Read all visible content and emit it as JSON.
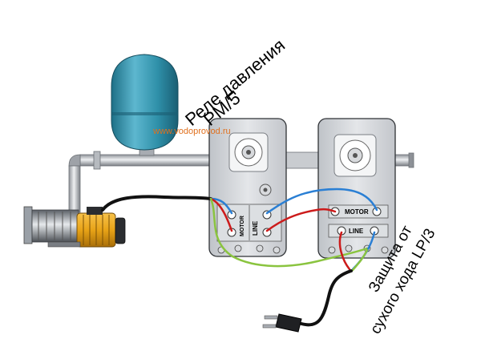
{
  "labels": {
    "relay_line1": "Реле давления",
    "relay_line2": "PM/5",
    "protect_line1": "Защита от",
    "protect_line2": "сухого хода LP/3",
    "watermark": "www.vodoprovod.ru"
  },
  "relay_terminals": {
    "motor": "MOTOR",
    "line": "LINE"
  },
  "protection_terminals": {
    "motor": "MOTOR",
    "line": "LINE"
  },
  "colors": {
    "tank": "#2e8fa8",
    "pipe": "#b8bcc2",
    "pump_body": "#e8a317",
    "wire_blue": "#2a7fd4",
    "wire_red": "#cc1b1b",
    "wire_green": "#8ac43f",
    "wire_black": "#111111",
    "watermark": "#e0701e"
  }
}
